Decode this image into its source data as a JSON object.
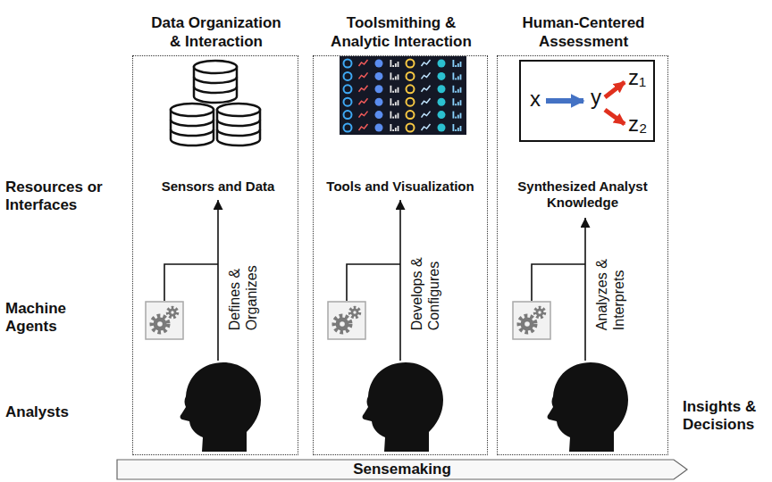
{
  "diagram": {
    "nodes": [
      {
        "text": [
          "Data Organization & Interaction"
        ]
      },
      {
        "text": [
          "Toolsmithing & Analytic Interaction"
        ]
      },
      {
        "text": [
          "Human-Centered Assessment"
        ]
      },
      {
        "text": [
          "x",
          "y",
          "z₁",
          "z₂"
        ],
        "in": 2
      },
      {
        "text": [
          "Sensemaking"
        ]
      }
    ],
    "labels": [
      "Resources or Interfaces",
      "Sensors and Data",
      "Tools and Visualization",
      "Synthesized Analyst Knowledge",
      "Machine Agents",
      "Defines & Organizes",
      "Develops & Configures",
      "Analyzes & Interprets",
      "Analysts",
      "Insights & Decisions"
    ]
  }
}
